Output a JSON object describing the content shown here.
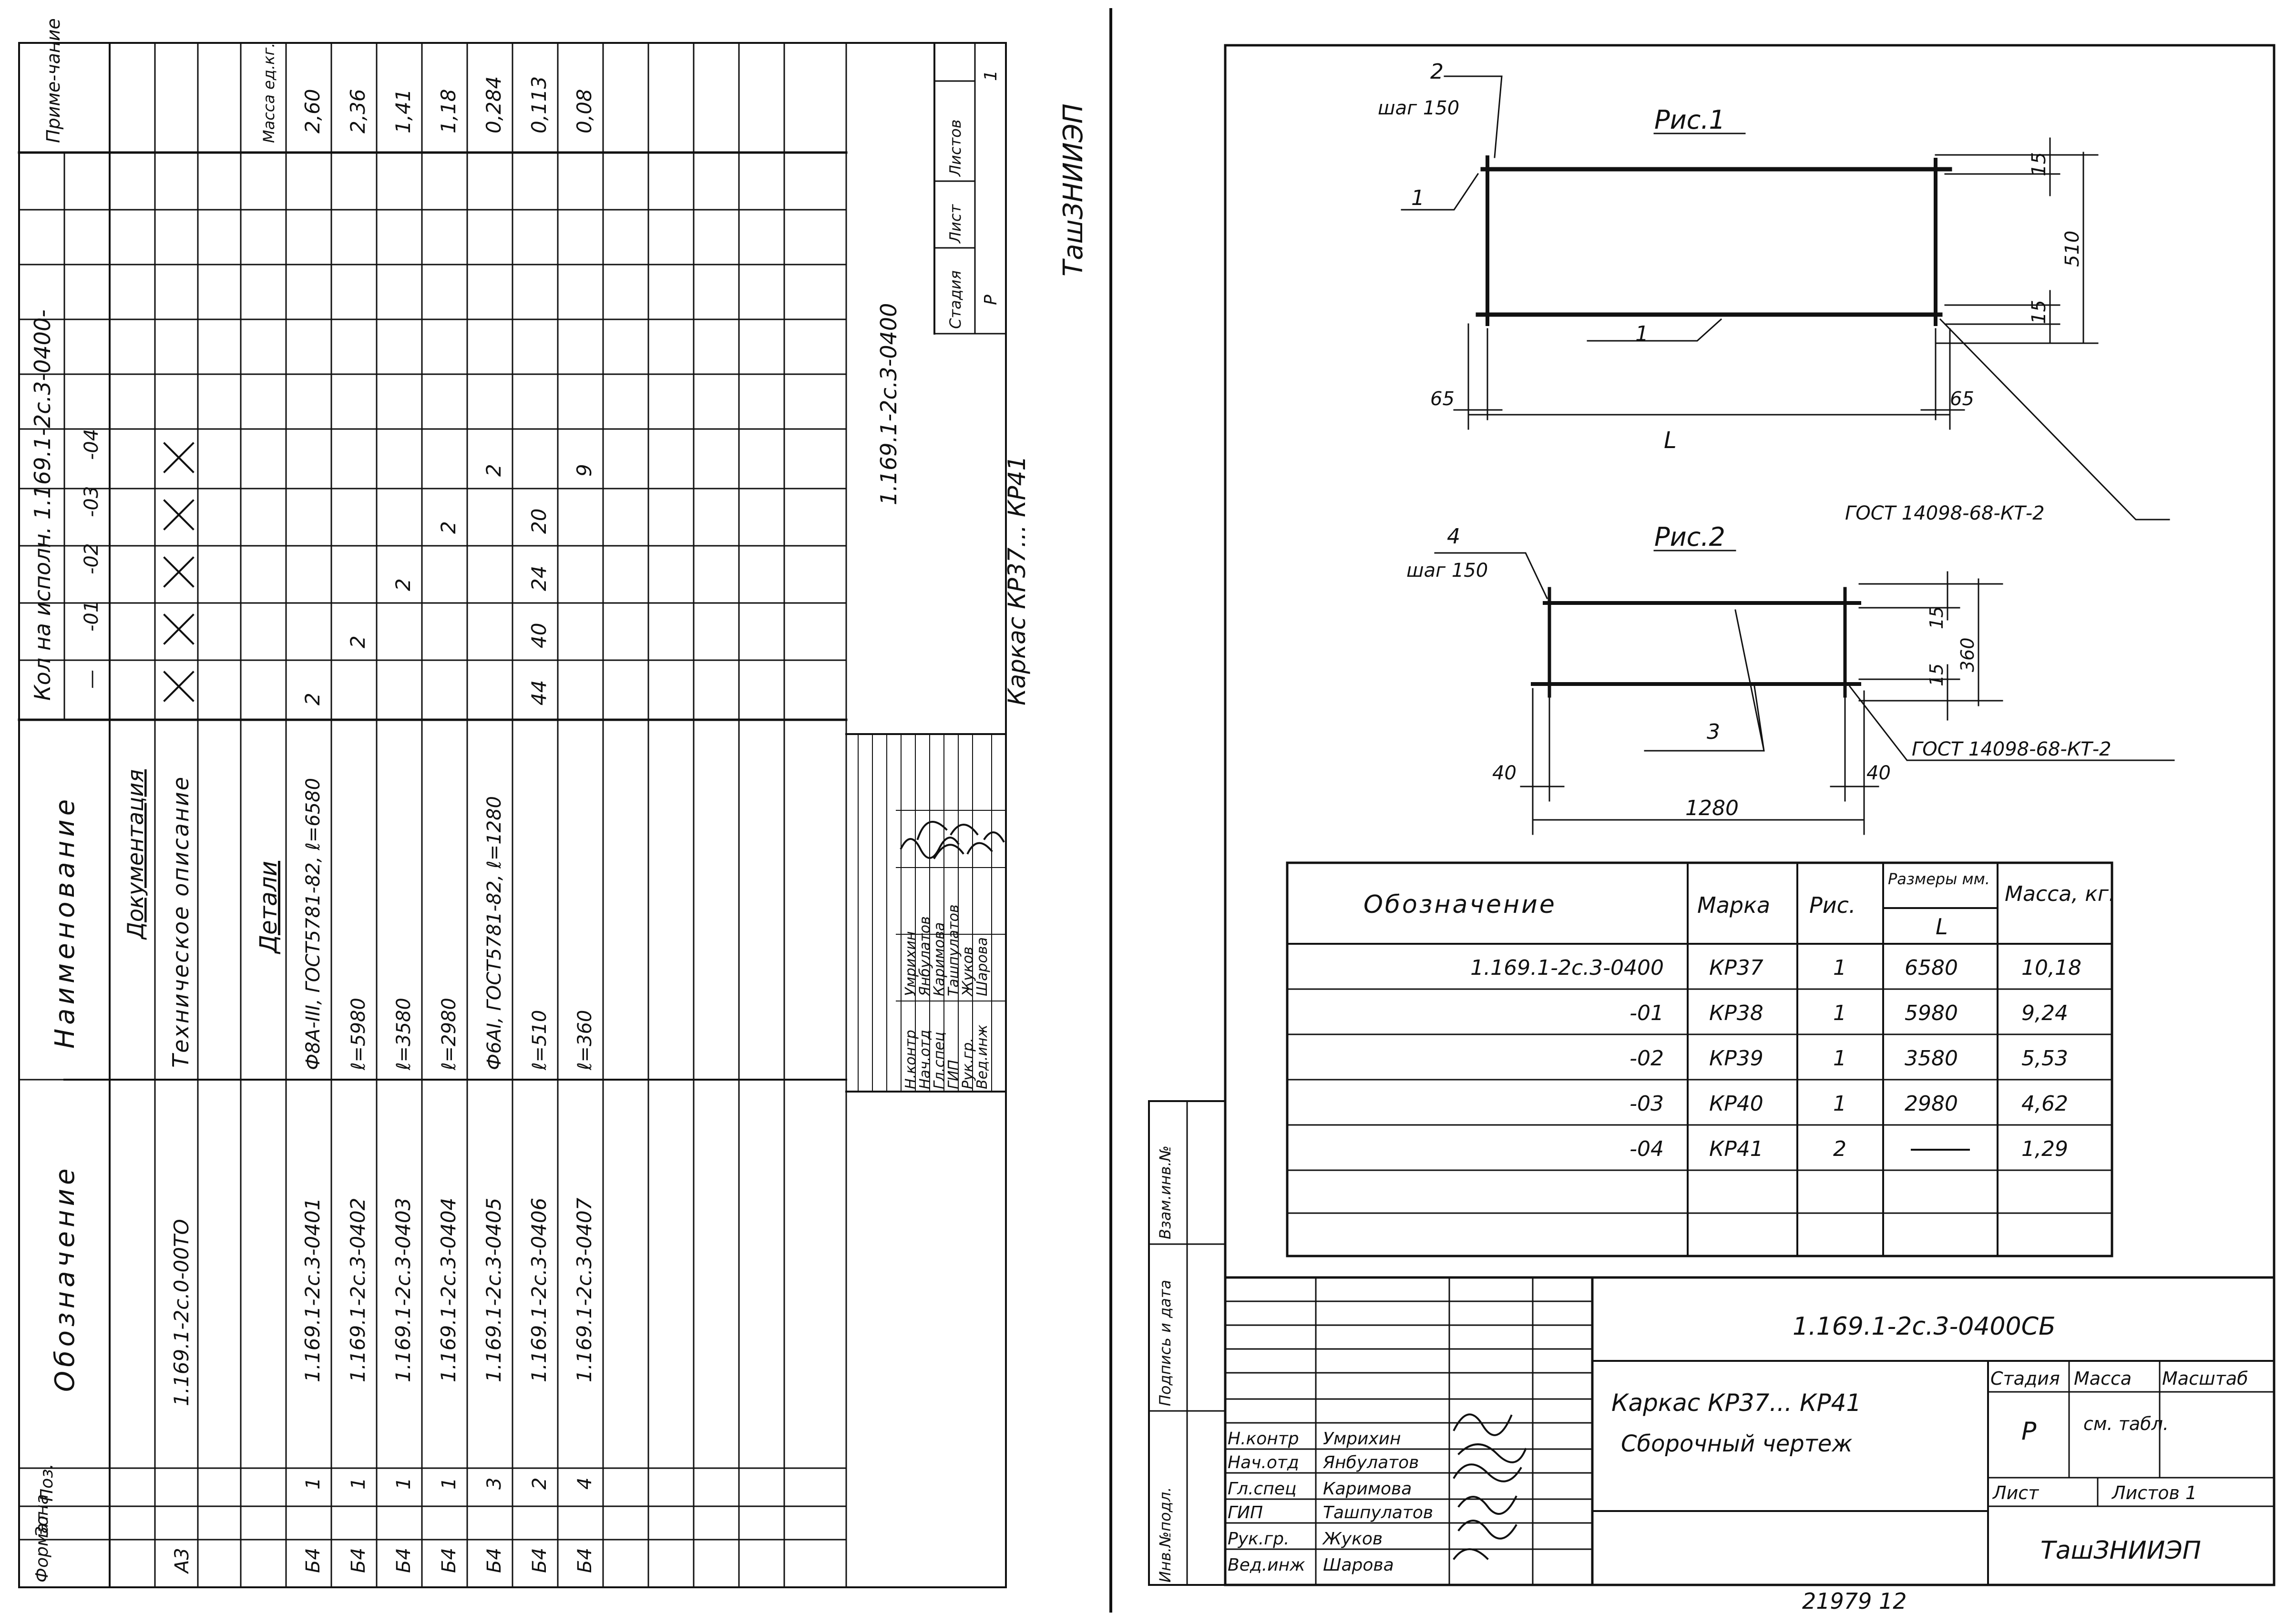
{
  "left_sheet": {
    "header": {
      "format": "Формат",
      "zone": "Зона",
      "pos": "Поз.",
      "designation": "Обозначение",
      "name": "Наименование",
      "qty": "Кол на исполн. 1.169.1-2с.3-0400-",
      "note": "Приме-чание"
    },
    "variants": [
      "—",
      "-01",
      "-02",
      "-03",
      "-04"
    ],
    "section_documentation": "Документация",
    "doc_row": {
      "format": "А3",
      "designation": "1.169.1-2с.0-00ТО",
      "name": "Техническое описание"
    },
    "section_details": "Детали",
    "mass_unit": "Масса ед.кг.",
    "rows": [
      {
        "format": "Б4",
        "pos": "1",
        "designation": "1.169.1-2с.3-0401",
        "name": "Ф8А-III, ГОСТ5781-82, ℓ=6580",
        "q0": "2",
        "q1": "",
        "q2": "",
        "q3": "",
        "q4": "",
        "mass": "2,60"
      },
      {
        "format": "Б4",
        "pos": "1",
        "designation": "1.169.1-2с.3-0402",
        "name": "ℓ=5980",
        "q0": "",
        "q1": "2",
        "q2": "",
        "q3": "",
        "q4": "",
        "mass": "2,36"
      },
      {
        "format": "Б4",
        "pos": "1",
        "designation": "1.169.1-2с.3-0403",
        "name": "ℓ=3580",
        "q0": "",
        "q1": "",
        "q2": "2",
        "q3": "",
        "q4": "",
        "mass": "1,41"
      },
      {
        "format": "Б4",
        "pos": "1",
        "designation": "1.169.1-2с.3-0404",
        "name": "ℓ=2980",
        "q0": "",
        "q1": "",
        "q2": "",
        "q3": "2",
        "q4": "",
        "mass": "1,18"
      },
      {
        "format": "Б4",
        "pos": "3",
        "designation": "1.169.1-2с.3-0405",
        "name": "Ф6АI, ГОСТ5781-82, ℓ=1280",
        "q0": "",
        "q1": "",
        "q2": "",
        "q3": "",
        "q4": "2",
        "mass": "0,284"
      },
      {
        "format": "Б4",
        "pos": "2",
        "designation": "1.169.1-2с.3-0406",
        "name": "ℓ=510",
        "q0": "44",
        "q1": "40",
        "q2": "24",
        "q3": "20",
        "q4": "",
        "mass": "0,113"
      },
      {
        "format": "Б4",
        "pos": "4",
        "designation": "1.169.1-2с.3-0407",
        "name": "ℓ=360",
        "q0": "",
        "q1": "",
        "q2": "",
        "q3": "",
        "q4": "9",
        "mass": "0,08"
      }
    ],
    "title_block": {
      "code": "1.169.1-2с.3-0400",
      "title": "Каркас   КР37... КР41",
      "stage_label": "Стадия",
      "sheet_label": "Лист",
      "sheets_label": "Листов",
      "stage": "Р",
      "sheets": "1",
      "org": "ТашЗНИИЭП",
      "people": [
        {
          "role": "Н.контр",
          "name": "Умрихин"
        },
        {
          "role": "Нач.отд",
          "name": "Янбулатов"
        },
        {
          "role": "Гл.спец",
          "name": "Каримова"
        },
        {
          "role": "ГИП",
          "name": "Ташпулатов"
        },
        {
          "role": "Рук.гр.",
          "name": "Жуков"
        },
        {
          "role": "Вед.инж",
          "name": "Шарова"
        }
      ]
    }
  },
  "right_sheet": {
    "fig1": {
      "title": "Рис.1",
      "step_pos": "2",
      "step": "шаг 150",
      "pos_a": "1",
      "pos_b": "1",
      "d15a": "15",
      "d15b": "15",
      "d510": "510",
      "d65a": "65",
      "d65b": "65",
      "dL": "L",
      "weld": "ГОСТ 14098-68-КТ-2"
    },
    "fig2": {
      "title": "Рис.2",
      "step_pos": "4",
      "step": "шаг 150",
      "pos": "3",
      "d15a": "15",
      "d15b": "15",
      "d360": "360",
      "d40a": "40",
      "d40b": "40",
      "d1280": "1280",
      "weld": "ГОСТ 14098-68-КТ-2"
    },
    "table": {
      "h_designation": "Обозначение",
      "h_mark": "Марка",
      "h_fig": "Рис.",
      "h_dims": "Размеры мм.",
      "h_L": "L",
      "h_mass": "Масса, кг.",
      "rows": [
        {
          "designation": "1.169.1-2с.3-0400",
          "mark": "КР37",
          "fig": "1",
          "L": "6580",
          "mass": "10,18"
        },
        {
          "designation": "-01",
          "mark": "КР38",
          "fig": "1",
          "L": "5980",
          "mass": "9,24"
        },
        {
          "designation": "-02",
          "mark": "КР39",
          "fig": "1",
          "L": "3580",
          "mass": "5,53"
        },
        {
          "designation": "-03",
          "mark": "КР40",
          "fig": "1",
          "L": "2980",
          "mass": "4,62"
        },
        {
          "designation": "-04",
          "mark": "КР41",
          "fig": "2",
          "L": "—",
          "mass": "1,29"
        }
      ]
    },
    "side_labels": {
      "inv": "Инв.№подл.",
      "sign": "Подпись и дата",
      "vzam": "Взам.инв.№"
    },
    "title_block": {
      "code": "1.169.1-2с.3-0400СБ",
      "title_line1": "Каркас    КР37... КР41",
      "title_line2": "Сборочный  чертеж",
      "stage_label": "Стадия",
      "mass_label": "Масса",
      "scale_label": "Масштаб",
      "stage": "Р",
      "mass": "см. табл.",
      "sheet_label": "Лист",
      "sheets_label": "Листов 1",
      "org": "ТашЗНИИЭП",
      "people": [
        {
          "role": "Н.контр",
          "name": "Умрихин"
        },
        {
          "role": "Нач.отд",
          "name": "Янбулатов"
        },
        {
          "role": "Гл.спец",
          "name": "Каримова"
        },
        {
          "role": "ГИП",
          "name": "Ташпулатов"
        },
        {
          "role": "Рук.гр.",
          "name": "Жуков"
        },
        {
          "role": "Вед.инж",
          "name": "Шарова"
        }
      ]
    },
    "stamp": "21979   12"
  }
}
